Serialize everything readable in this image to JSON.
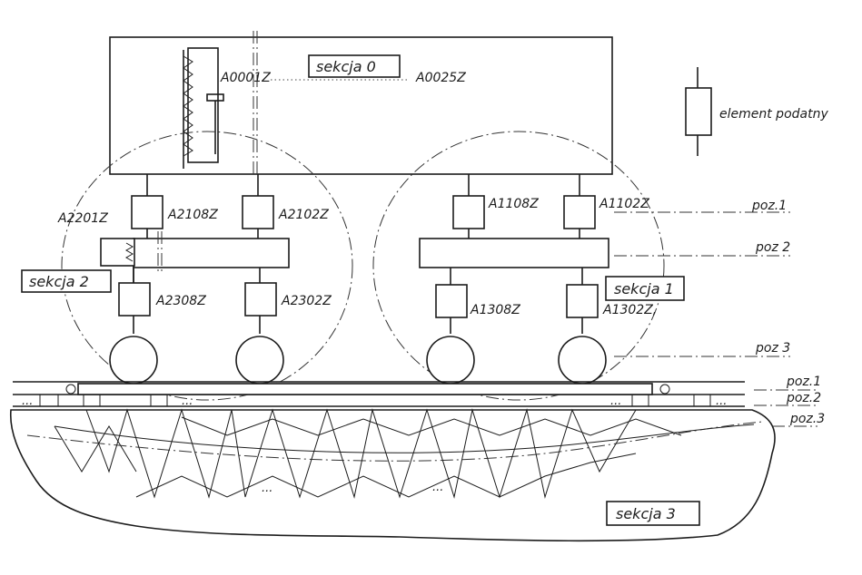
{
  "legend": {
    "label": "element podatny"
  },
  "sections": {
    "s0": "sekcja 0",
    "s1": "sekcja 1",
    "s2": "sekcja 2",
    "s3": "sekcja 3"
  },
  "elements": {
    "A0001Z": "A0001Z",
    "A0025Z": "A0025Z",
    "A2201Z": "A2201Z",
    "A2108Z": "A2108Z",
    "A2102Z": "A2102Z",
    "A2308Z": "A2308Z",
    "A2302Z": "A2302Z",
    "A1108Z": "A1108Z",
    "A1102Z": "A1102Z",
    "A1308Z": "A1308Z",
    "A1302Z": "A1302Z,"
  },
  "positions": {
    "top_poz1": "poz.1",
    "top_poz2": "poz 2",
    "top_poz3": "poz 3",
    "bot_poz1": "poz.1",
    "bot_poz2": "poz.2",
    "bot_poz3": "poz.3"
  },
  "ellipsis": "..."
}
